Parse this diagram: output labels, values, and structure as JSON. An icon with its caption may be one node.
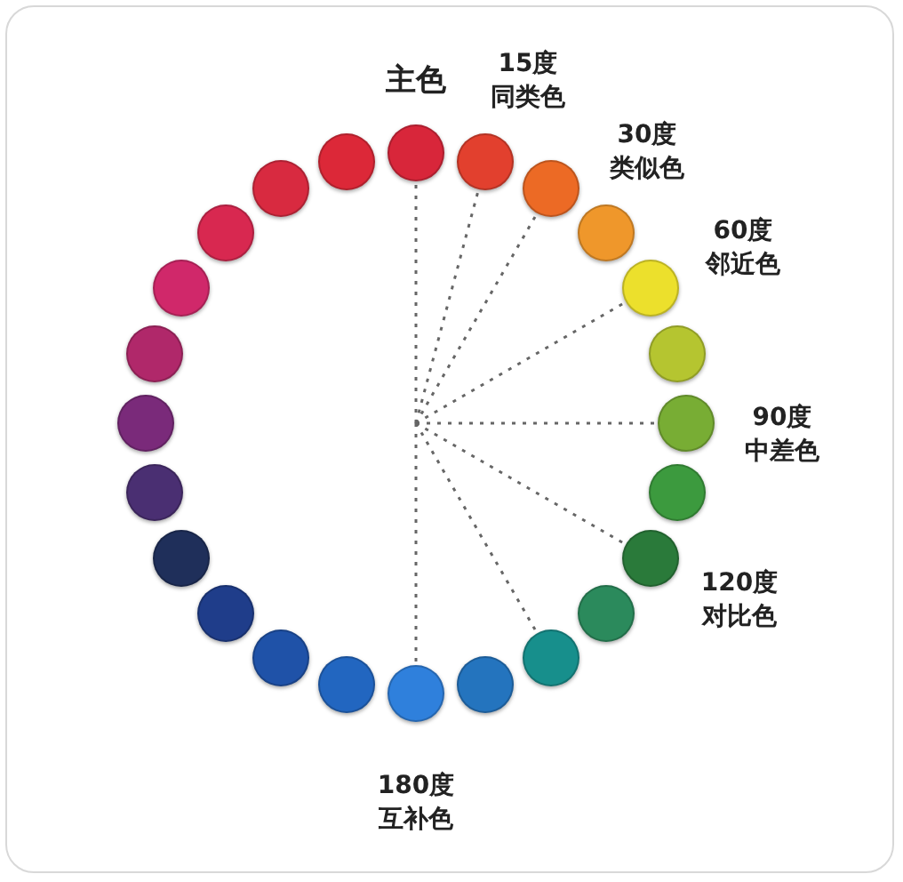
{
  "diagram": {
    "nodes": [
      {
        "text": [],
        "shape": "circle",
        "beside": [
          "主色"
        ]
      },
      {
        "text": [],
        "shape": "circle",
        "beside": [
          "15度",
          "同类色"
        ]
      },
      {
        "text": [],
        "shape": "circle",
        "beside": [
          "30度",
          "类似色"
        ]
      },
      {
        "text": [],
        "shape": "circle"
      },
      {
        "text": [],
        "shape": "circle",
        "beside": [
          "60度",
          "邻近色"
        ]
      },
      {
        "text": [],
        "shape": "circle"
      },
      {
        "text": [],
        "shape": "circle",
        "beside": [
          "90度",
          "中差色"
        ]
      },
      {
        "text": [],
        "shape": "circle"
      },
      {
        "text": [],
        "shape": "circle",
        "beside": [
          "120度",
          "对比色"
        ]
      },
      {
        "text": [],
        "shape": "circle"
      },
      {
        "text": [],
        "shape": "circle"
      },
      {
        "text": [],
        "shape": "circle"
      },
      {
        "text": [],
        "shape": "circle",
        "beside": [
          "180度",
          "互补色"
        ]
      },
      {
        "text": [],
        "shape": "circle"
      },
      {
        "text": [],
        "shape": "circle"
      },
      {
        "text": [],
        "shape": "circle"
      },
      {
        "text": [],
        "shape": "circle"
      },
      {
        "text": [],
        "shape": "circle"
      },
      {
        "text": [],
        "shape": "circle"
      },
      {
        "text": [],
        "shape": "circle"
      },
      {
        "text": [],
        "shape": "circle"
      },
      {
        "text": [],
        "shape": "circle"
      },
      {
        "text": [],
        "shape": "circle"
      },
      {
        "text": [],
        "shape": "circle"
      }
    ],
    "edges": [
      {
        "from": null,
        "to": 0,
        "arrow": "none",
        "style": "dashed"
      },
      {
        "from": null,
        "to": 1,
        "arrow": "none",
        "style": "dashed"
      },
      {
        "from": null,
        "to": 2,
        "arrow": "none",
        "style": "dashed"
      },
      {
        "from": null,
        "to": 4,
        "arrow": "none",
        "style": "dashed"
      },
      {
        "from": null,
        "to": 6,
        "arrow": "none",
        "style": "dashed"
      },
      {
        "from": null,
        "to": 8,
        "arrow": "none",
        "style": "dashed"
      },
      {
        "from": null,
        "to": 10,
        "arrow": "none",
        "style": "dashed"
      },
      {
        "from": null,
        "to": 12,
        "arrow": "none",
        "style": "dashed"
      }
    ]
  }
}
